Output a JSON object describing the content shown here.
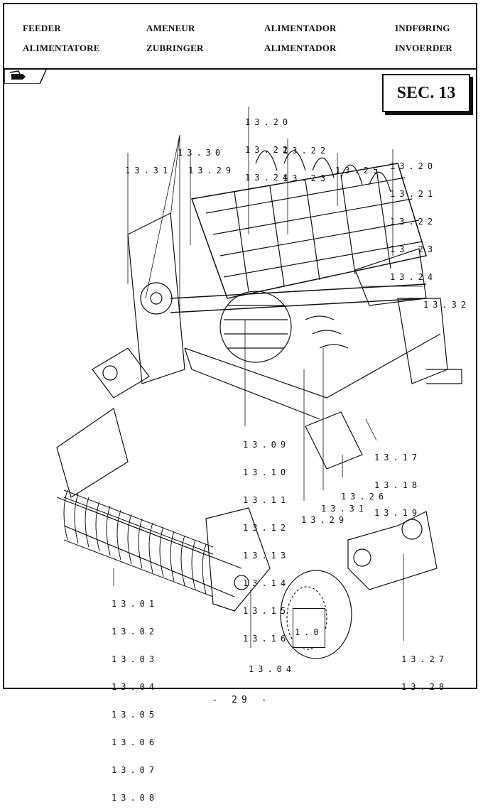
{
  "header": {
    "row1": [
      "FEEDER",
      "AMENEUR",
      "ALIMENTADOR",
      "INDFØRING"
    ],
    "row2": [
      "ALIMENTATORE",
      "ZUBRINGER",
      "ALIMENTADOR",
      "INVOERDER"
    ]
  },
  "section_label": "SEC. 13",
  "nav_icon": "book-arrow-icon",
  "refs": {
    "g1": [
      "13.20",
      "13.22",
      "13.24"
    ],
    "g2": [
      "13.30"
    ],
    "g3": [
      "13.22",
      "13.23"
    ],
    "g4": [
      "13.31"
    ],
    "g5": [
      "13.29"
    ],
    "g6": [
      "13.25"
    ],
    "g7": [
      "13.20",
      "13.21",
      "13.22",
      "13.23",
      "13.24"
    ],
    "g8": [
      "13.32"
    ],
    "g9": [
      "13.09",
      "13.10",
      "13.11",
      "13.12",
      "13.13",
      "13.14",
      "13.15",
      "13.16"
    ],
    "g10": [
      "13.17",
      "13.18",
      "13.19"
    ],
    "g11": [
      "13.26"
    ],
    "g12": [
      "13.31"
    ],
    "g13": [
      "13.29"
    ],
    "g14": [
      "13.01",
      "13.02",
      "13.03",
      "13.04",
      "13.05",
      "13.06",
      "13.07",
      "13.08"
    ],
    "g15": [
      "13.04"
    ],
    "g16": [
      "1.0"
    ],
    "g17": [
      "13.27",
      "13.28"
    ]
  },
  "page_number": "- 29 -"
}
